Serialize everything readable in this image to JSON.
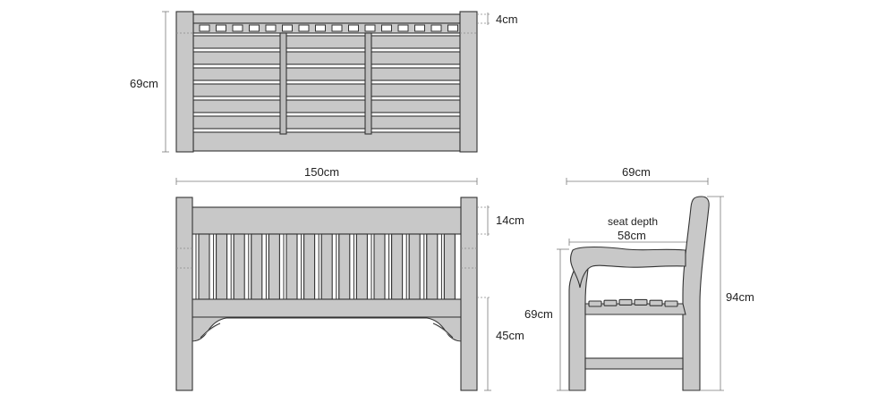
{
  "dimensions": {
    "top_depth": "4cm",
    "top_height": "69cm",
    "front_width": "150cm",
    "front_backrest": "14cm",
    "front_seat_height": "45cm",
    "side_depth": "69cm",
    "side_seat_depth_label": "seat depth",
    "side_seat_depth": "58cm",
    "side_arm_height": "69cm",
    "side_total_height": "94cm"
  }
}
